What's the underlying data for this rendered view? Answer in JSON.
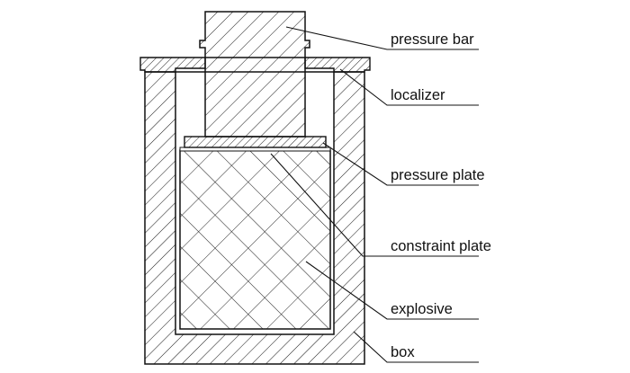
{
  "labels": {
    "pressure_bar": "pressure bar",
    "localizer": "localizer",
    "pressure_plate": "pressure plate",
    "constraint_plate": "constraint plate",
    "explosive": "explosive",
    "box": "box"
  },
  "colors": {
    "line": "#111111",
    "background": "#ffffff"
  }
}
